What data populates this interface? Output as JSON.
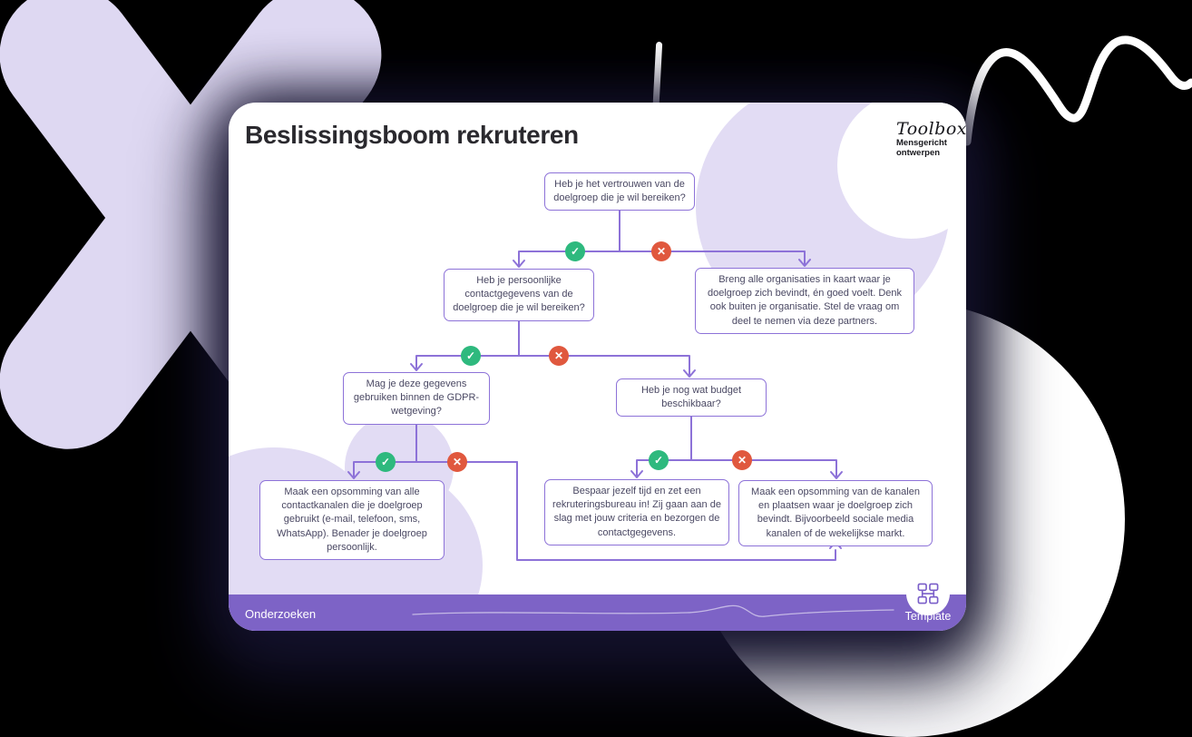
{
  "header": {
    "title": "Beslissingsboom rekruteren",
    "logo": {
      "brand": "Toolbox",
      "sub1": "Mensgericht",
      "sub2": "ontwerpen"
    }
  },
  "flowchart": {
    "glyphs": {
      "yes": "✓",
      "no": "✕"
    },
    "nodes": [
      {
        "id": "q-vertrouwen",
        "text": "Heb je het vertrouwen van de doelgroep die je wil bereiken?"
      },
      {
        "id": "q-contactgegevens",
        "text": "Heb je persoonlijke contactgegevens van de doelgroep die je wil bereiken?"
      },
      {
        "id": "a-organisaties",
        "text": "Breng alle organisaties in kaart waar je doelgroep zich bevindt, én goed voelt. Denk ook buiten je organisatie. Stel de vraag om deel te nemen via deze partners."
      },
      {
        "id": "q-gdpr",
        "text": "Mag je deze gegevens gebruiken binnen de GDPR-wetgeving?"
      },
      {
        "id": "q-budget",
        "text": "Heb je nog wat budget beschikbaar?"
      },
      {
        "id": "a-contactkanalen",
        "text": "Maak een opsomming van alle contactkanalen die je doelgroep gebruikt (e-mail, telefoon, sms, WhatsApp). Benader je doelgroep persoonlijk."
      },
      {
        "id": "a-rekruteringsbureau",
        "text": "Bespaar jezelf tijd en zet een rekruteringsbureau in! Zij gaan aan de slag met jouw criteria en bezorgen de contactgegevens."
      },
      {
        "id": "a-kanalen",
        "text": "Maak een opsomming van de kanalen en plaatsen waar je doelgroep zich bevindt. Bijvoorbeeld sociale media kanalen of de wekelijkse markt."
      }
    ]
  },
  "footer": {
    "left_label": "Onderzoeken",
    "template_label": "Template"
  },
  "icons": {
    "yes_badge": "check-icon",
    "no_badge": "cross-icon",
    "template": "flowchart-grid-icon"
  },
  "colors": {
    "background": "#000000",
    "card": "#ffffff",
    "lavender": "#ded8f2",
    "connector_purple": "#8d72d8",
    "footer_purple": "#7d63c6",
    "yes_green": "#2eb97e",
    "no_red": "#e0583e",
    "node_text": "#4a4863",
    "title_text": "#2a292e",
    "shadow_navy": "#171532"
  }
}
